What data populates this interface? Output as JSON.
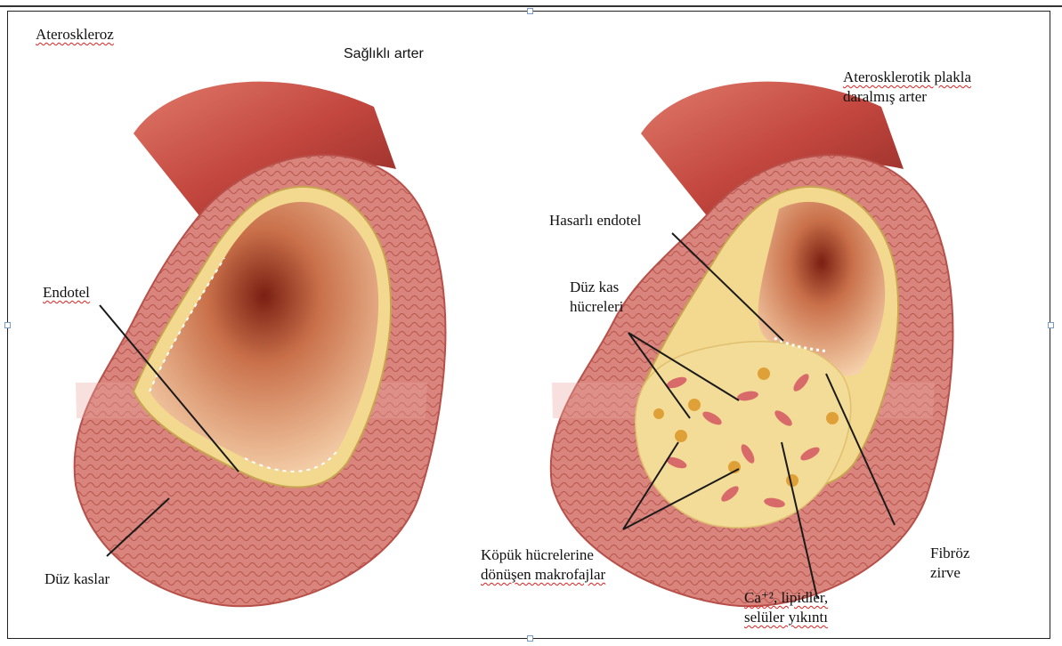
{
  "title": "Ateroskleroz",
  "healthy": {
    "title": "Sağlıklı arter",
    "labels": {
      "endotel": "Endotel",
      "duz_kaslar": "Düz kaslar"
    }
  },
  "diseased": {
    "title_line1": "Aterosklerotik plakla",
    "title_line2": "daralmış arter",
    "labels": {
      "hasarli_endotel": "Hasarlı endotel",
      "duz_kas_1": "Düz kas",
      "duz_kas_2": "hücreleri",
      "kopuk_1": "Köpük hücrelerine",
      "kopuk_2": "dönüşen makrofajlar",
      "fibroz_1": "Fibröz",
      "fibroz_2": "zirve",
      "ca_1": "Ca⁺², lipidler,",
      "ca_2": "selüler yıkıntı"
    }
  },
  "colors": {
    "artery_outer": "#c9504a",
    "artery_wall": "#e8a7a2",
    "lumen": "#f1c6a0",
    "plaque": "#f3dc97",
    "leader_line": "#1a1a1a"
  }
}
